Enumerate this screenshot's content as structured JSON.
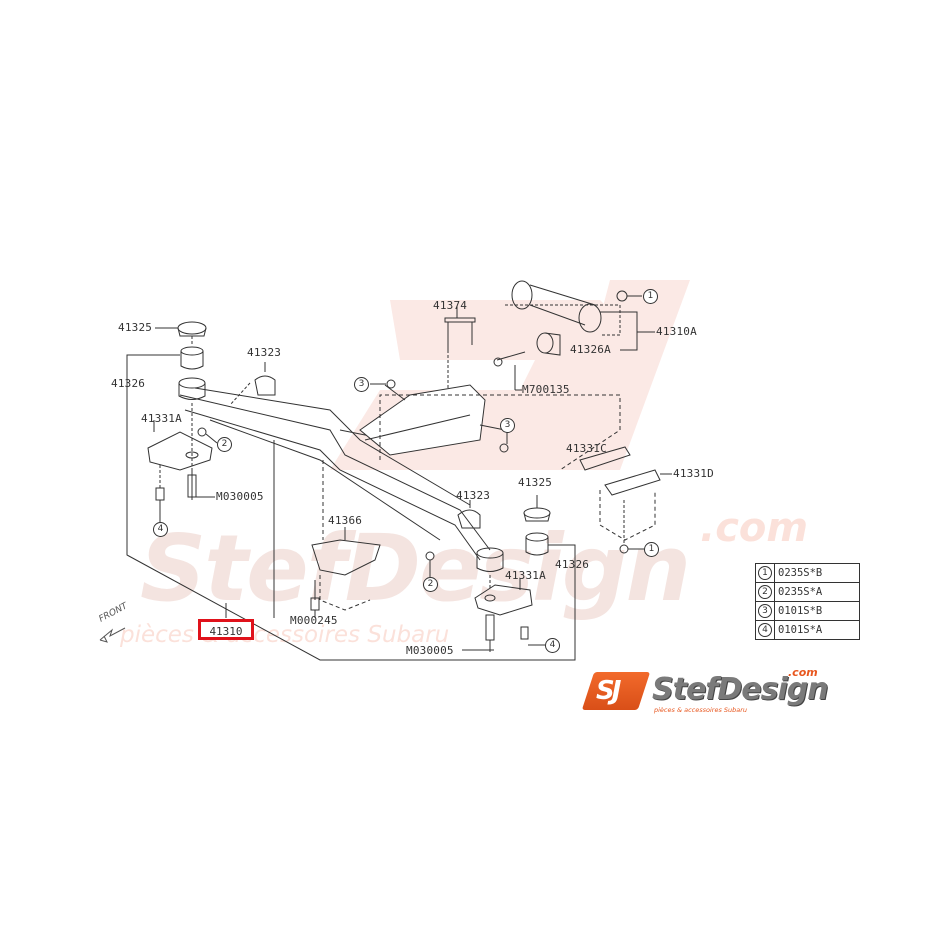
{
  "diagram": {
    "title": "Subaru rear crossmember parts diagram",
    "highlighted_part": "41310",
    "front_label": "FRONT",
    "part_labels": [
      {
        "id": "41325_top",
        "text": "41325"
      },
      {
        "id": "41326_top",
        "text": "41326"
      },
      {
        "id": "41323_top",
        "text": "41323"
      },
      {
        "id": "41331A_left",
        "text": "41331A"
      },
      {
        "id": "M030005_left",
        "text": "M030005"
      },
      {
        "id": "41374",
        "text": "41374"
      },
      {
        "id": "41310A",
        "text": "41310A"
      },
      {
        "id": "41326A",
        "text": "41326A"
      },
      {
        "id": "M700135",
        "text": "M700135"
      },
      {
        "id": "41331C",
        "text": "41331C"
      },
      {
        "id": "41331D",
        "text": "41331D"
      },
      {
        "id": "41323_mid",
        "text": "41323"
      },
      {
        "id": "41325_right",
        "text": "41325"
      },
      {
        "id": "41326_right",
        "text": "41326"
      },
      {
        "id": "41366",
        "text": "41366"
      },
      {
        "id": "41331A_right",
        "text": "41331A"
      },
      {
        "id": "M000245",
        "text": "M000245"
      },
      {
        "id": "M030005_right",
        "text": "M030005"
      },
      {
        "id": "41310",
        "text": "41310"
      }
    ],
    "callouts": [
      "1",
      "2",
      "3",
      "4"
    ]
  },
  "legend": [
    {
      "num": "1",
      "code": "0235S*B"
    },
    {
      "num": "2",
      "code": "0235S*A"
    },
    {
      "num": "3",
      "code": "0101S*B"
    },
    {
      "num": "4",
      "code": "0101S*A"
    }
  ],
  "watermark": {
    "brand": "StefDesign",
    "tagline": "pièces & accessoires Subaru",
    "domain": ".com"
  },
  "logo": {
    "badge": "SJ",
    "name": "StefDesign",
    "domain": ".com",
    "tagline": "pièces & accessoires Subaru",
    "colors": {
      "orange": "#e8571f",
      "gray": "#7a7a7a"
    }
  },
  "colors": {
    "highlight": "#e0121b",
    "line": "#333333",
    "watermark": "#f4e4e0"
  }
}
